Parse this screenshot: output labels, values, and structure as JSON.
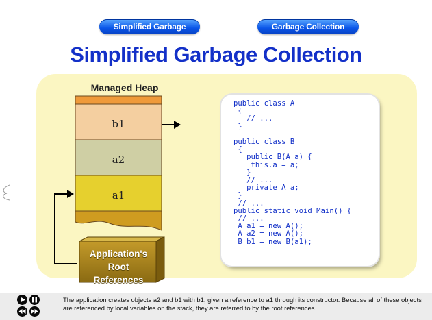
{
  "nav": {
    "simplified_label": "Simplified Garbage Collection",
    "garbage_label": "Garbage Collection"
  },
  "title": "Simplified Garbage Collection",
  "heap": {
    "label": "Managed Heap",
    "cells": [
      "b1",
      "a2",
      "a1"
    ]
  },
  "root": {
    "line1": "Application's",
    "line2": "Root References"
  },
  "code_lines": [
    "public class A",
    " {",
    "   // ...",
    " }",
    "",
    "public class B",
    " {",
    "   public B(A a) {",
    "    this.a = a;",
    "   }",
    "   // ...",
    "   private A a;",
    " }",
    " // ...",
    "public static void Main() {",
    " // ...",
    " A a1 = new A();",
    " A a2 = new A();",
    " B b1 = new B(a1);"
  ],
  "caption": "The application creates objects a2 and b1 with b1, given a reference to a1 through its constructor. Because all of these objects are referenced by local variables on the stack, they are referred to by the root references.",
  "colors": {
    "nav_blue": "#0a55e8",
    "title_blue": "#1330c8",
    "panel": "#fbf6c2",
    "cell_b1": "#f4cfa0",
    "cell_a2": "#cfcfa4",
    "cell_a1": "#e6d02e",
    "heap_top": "#ef9a3a"
  },
  "icons": [
    "play-icon",
    "pause-icon",
    "rewind-icon",
    "fast-forward-icon"
  ]
}
